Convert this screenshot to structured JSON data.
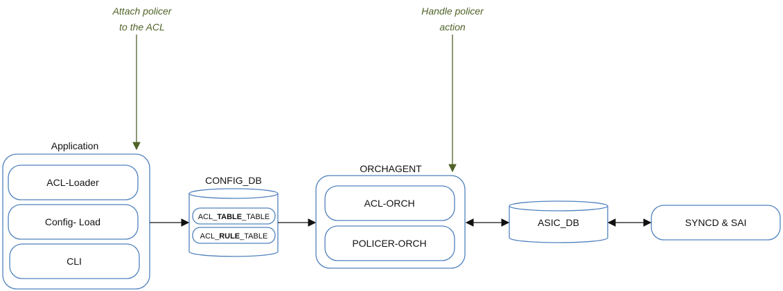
{
  "colors": {
    "box_stroke": "#4f81bd",
    "arrow": "#111111",
    "note_text": "#4f6228",
    "note_arrow": "#4f6228",
    "background": "#ffffff"
  },
  "notes": {
    "attach": [
      "Attach policer",
      "to the ACL"
    ],
    "handle": [
      "Handle policer",
      "action"
    ]
  },
  "application": {
    "title": "Application",
    "items": [
      "ACL-Loader",
      "Config- Load",
      "CLI"
    ]
  },
  "config_db": {
    "title": "CONFIG_DB",
    "tables": [
      {
        "prefix": "ACL_",
        "bold": "TABLE",
        "suffix": "_TABLE"
      },
      {
        "prefix": "ACL_",
        "bold": "RULE",
        "suffix": "_TABLE"
      }
    ]
  },
  "orchagent": {
    "title": "ORCHAGENT",
    "items": [
      "ACL-ORCH",
      "POLICER-ORCH"
    ]
  },
  "asic_db": {
    "label": "ASIC_DB"
  },
  "syncd": {
    "label": "SYNCD & SAI"
  }
}
